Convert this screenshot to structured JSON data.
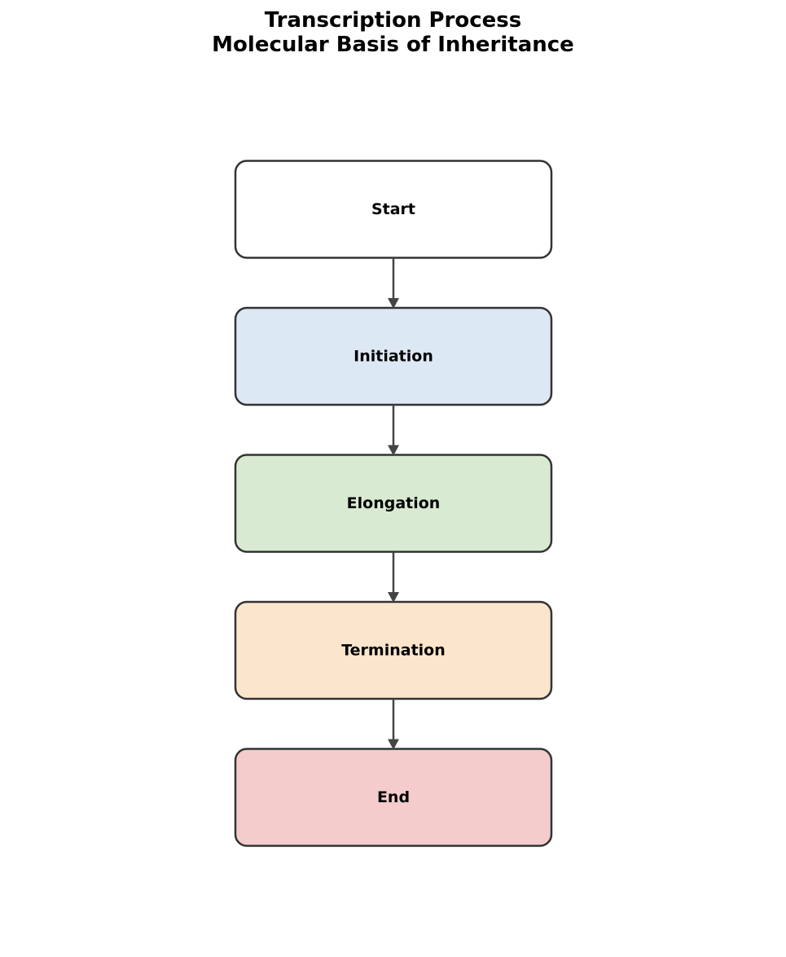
{
  "title": {
    "line1": "Transcription Process",
    "line2": "Molecular Basis of Inheritance"
  },
  "nodes": [
    {
      "id": "start",
      "label": "Start",
      "fill": "#ffffff"
    },
    {
      "id": "initiation",
      "label": "Initiation",
      "fill": "#dce8f4"
    },
    {
      "id": "elongation",
      "label": "Elongation",
      "fill": "#d9ead3"
    },
    {
      "id": "termination",
      "label": "Termination",
      "fill": "#fce5cd"
    },
    {
      "id": "end",
      "label": "End",
      "fill": "#f4cccc"
    }
  ],
  "edges": [
    {
      "from": "start",
      "to": "initiation"
    },
    {
      "from": "initiation",
      "to": "elongation"
    },
    {
      "from": "elongation",
      "to": "termination"
    },
    {
      "from": "termination",
      "to": "end"
    }
  ],
  "colors": {
    "box_stroke": "#333333",
    "arrow": "#444444"
  }
}
